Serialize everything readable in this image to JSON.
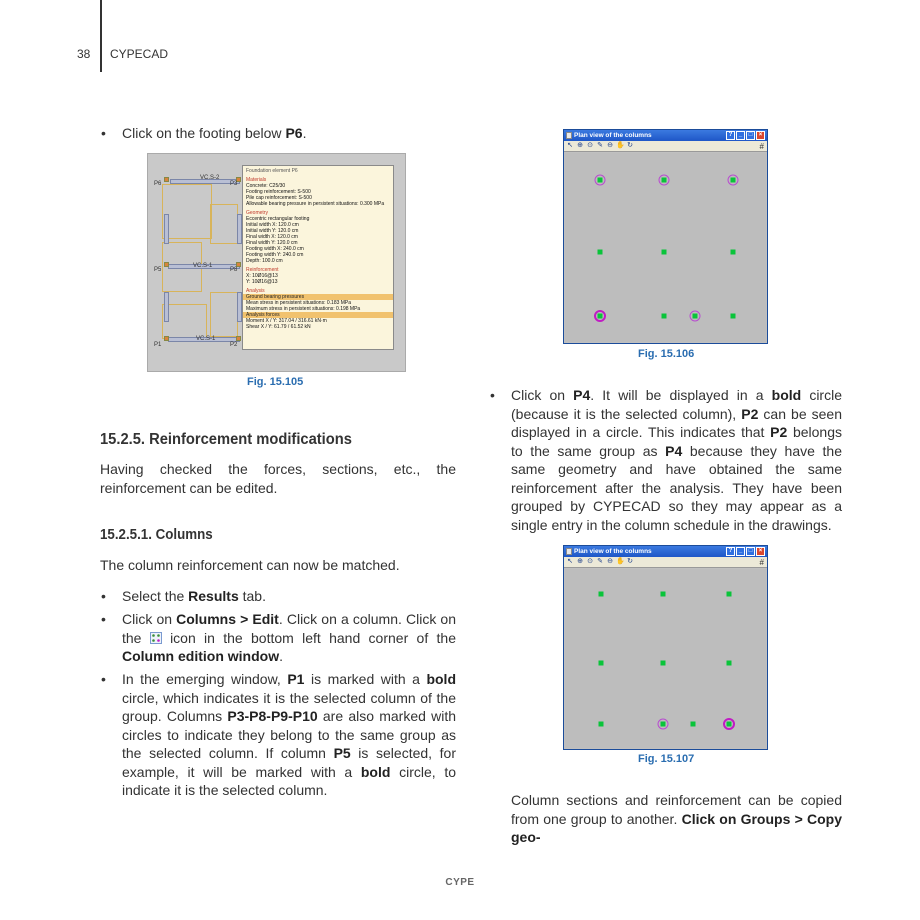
{
  "header": {
    "page_number": "38",
    "title": "CYPECAD"
  },
  "footer": {
    "text": "CYPE"
  },
  "left": {
    "bullet_footing": {
      "text": "Click on the footing below ",
      "bold": "P6",
      "tail": "."
    },
    "fig105": {
      "caption": "Fig. 15.105",
      "plan_labels": {
        "p6": "P6",
        "p3": "P3",
        "p5": "P5",
        "p8": "P8",
        "p1": "P1",
        "p2": "P2",
        "vc_top": "VC.S-2",
        "vc_mid": "VC.S-1",
        "vc_bot": "VC.S-1"
      },
      "popup": {
        "title": "Foundation element P6",
        "materials_h": "Materials",
        "mat1": "Concrete: C25/30",
        "mat2": "Footing reinforcement: S-500",
        "mat3": "Pile cap reinforcement: S-500",
        "mat4": "Allowable bearing pressure in persistent situations: 0.300 MPa",
        "geometry_h": "Geometry",
        "g1": "Eccentric rectangular footing",
        "g2": "Initial width X: 120.0 cm",
        "g3": "Initial width Y: 120.0 cm",
        "g4": "Final width X: 120.0 cm",
        "g5": "Final width Y: 120.0 cm",
        "g6": "Footing width X: 240.0 cm",
        "g7": "Footing width Y: 240.0 cm",
        "g8": "Depth: 100.0 cm",
        "reinf_h": "Reinforcement",
        "r1": "X: 10Ø16@13",
        "r2": "Y: 10Ø16@13",
        "analysis_h": "Analysis",
        "band1": "Ground bearing pressures",
        "a1": "Mean stress in persistent situations: 0.183 MPa",
        "a2": "Maximum stress in persistent situations: 0.198 MPa",
        "band2": "Analysis forces",
        "a3": "Moment X / Y: 317.04 / 316.61 kN·m",
        "a4": "Shear X / Y: 61.79 / 61.52 kN"
      }
    },
    "section_heading": "15.2.5. Reinforcement modifications",
    "section_text": "Having checked the forces, sections, etc., the reinforcement can be edited.",
    "sub_heading": "15.2.5.1. Columns",
    "sub_text": "The column reinforcement can now be matched.",
    "b1": {
      "pre": "Select the ",
      "bold": "Results",
      "post": " tab."
    },
    "b2": {
      "pre": "Click on ",
      "bold1": "Columns > Edit",
      "mid": ". Click on a column. Click on the ",
      "mid2": " icon in the bottom left hand corner of the ",
      "bold2": "Column edition window",
      "post": "."
    },
    "b3": {
      "t1": "In the emerging window, ",
      "b1": "P1",
      "t2": " is marked with a ",
      "b2": "bold",
      "t3": " circle, which indicates it is the selected column of the group. Columns ",
      "b3": "P3-P8-P9-P10",
      "t4": " are also marked with circles to indicate they belong to the same group as the selected column. If column ",
      "b4": "P5",
      "t5": " is selected, for example, it will be marked with a ",
      "b5": "bold",
      "t6": " circle, to indicate it is the selected column."
    }
  },
  "right": {
    "win_title": "Plan view of the columns",
    "fig106_caption": "Fig. 15.106",
    "fig107_caption": "Fig. 15.107",
    "b4": {
      "t1": "Click on ",
      "b1": "P4",
      "t2": ". It will be displayed in a ",
      "b2": "bold",
      "t3": " circle (because it is the selected column), ",
      "b3": "P2",
      "t4": " can be seen displayed in a circle. This indicates that ",
      "b4": "P2",
      "t5": " belongs to the same group as ",
      "b5": "P4",
      "t6": " because they have the same geometry and have obtained the same reinforcement after the analysis. They have been grouped by CYPECAD so they may appear as a single entry in the column schedule in the drawings."
    },
    "closing": {
      "t1": "Column sections and reinforcement can be copied from one group to another. ",
      "b1": "Click on Groups > Copy geo-"
    }
  },
  "colors": {
    "accent": "#2a6db0",
    "column_green": "#0ac43a",
    "group_circle": "#c11cc4"
  }
}
